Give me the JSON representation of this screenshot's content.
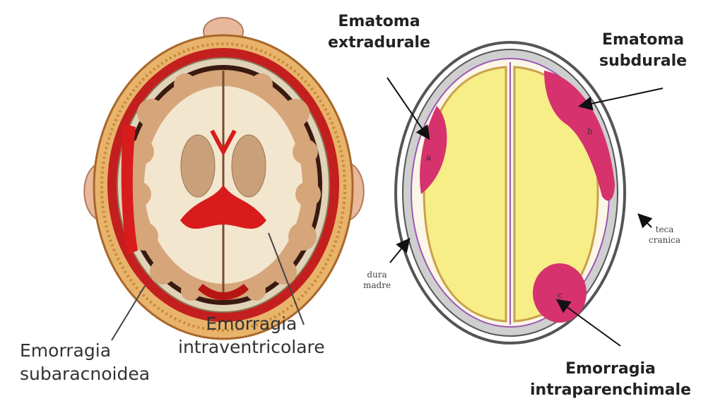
{
  "labels": {
    "ematoma_extradurale": [
      "Ematoma",
      "extradurale"
    ],
    "ematoma_subdurale": [
      "Ematoma",
      "subdurale"
    ],
    "emorragia_subaracnoidea": [
      "Emorragia",
      "subaracnoidea"
    ],
    "emorragia_intraventricolare": [
      "Emorragia",
      "intraventricolare"
    ],
    "emorragia_intraparenchimale": [
      "Emorragia",
      "intraparenchimale"
    ],
    "teca_cranica": [
      "teca",
      "cranica"
    ],
    "dura_madre": [
      "dura",
      "madre"
    ],
    "marker_a": "a",
    "marker_b": "b",
    "marker_c": "c"
  },
  "colors": {
    "scalp": "#e8b36a",
    "hemorrhage": "#d02020",
    "brain_tissue": "#f3e6cf",
    "gray_matter": "#d6a57a",
    "hematoma_pink": "#d6326e",
    "parenchyma_yellow": "#f7ee88",
    "skull_gray": "#555555"
  }
}
